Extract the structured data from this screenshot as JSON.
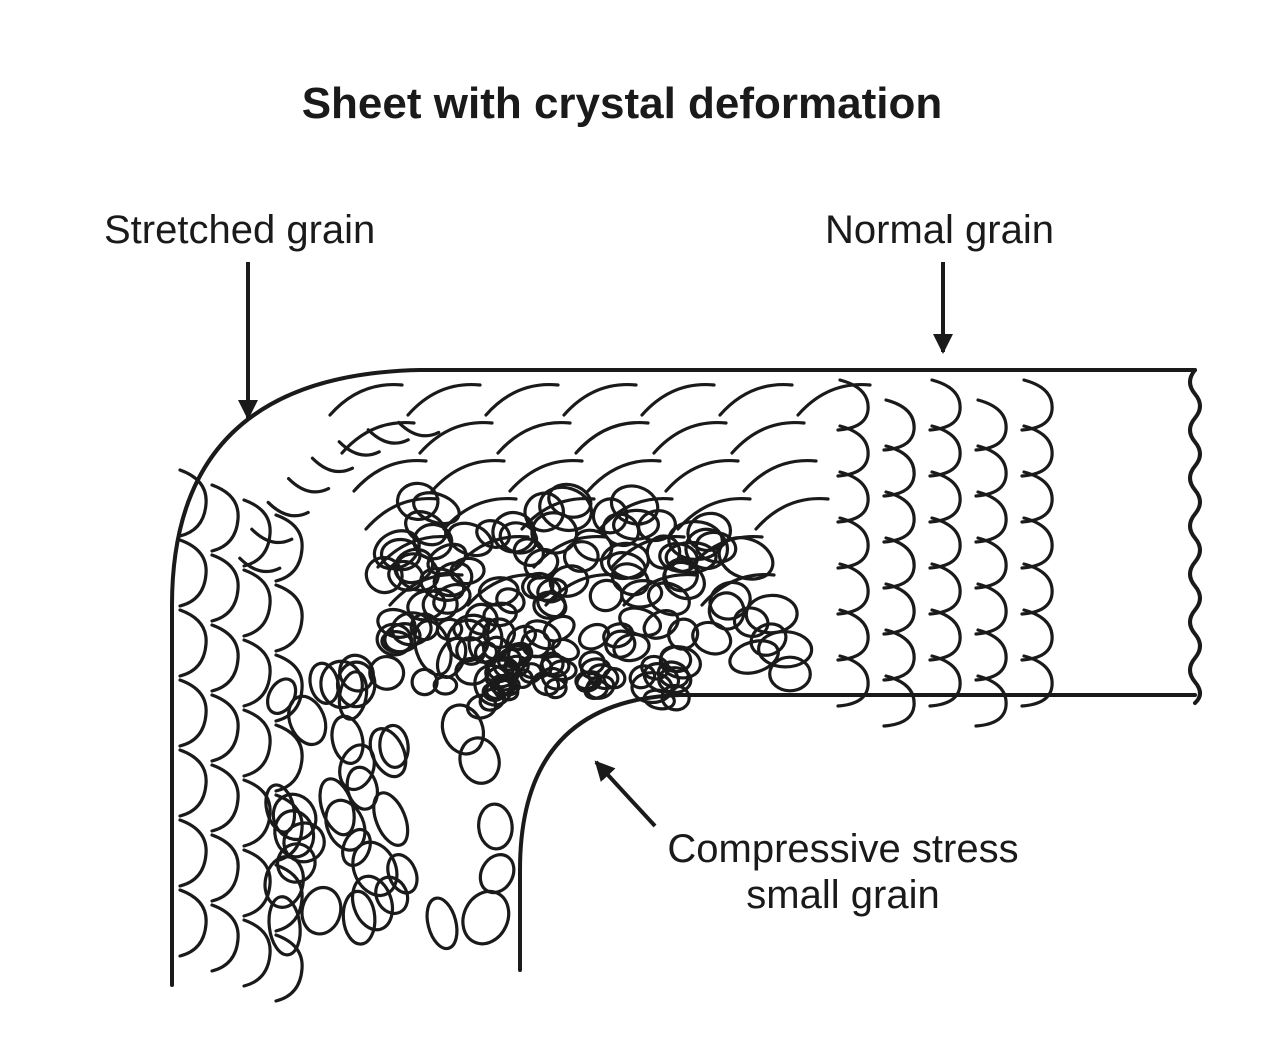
{
  "diagram": {
    "title": "Sheet with crystal deformation",
    "labels": {
      "stretched": "Stretched  grain",
      "normal": "Normal grain",
      "compressive_line1": "Compressive stress",
      "compressive_line2": "small grain"
    },
    "colors": {
      "ink": "#1a1a1a",
      "background": "#ffffff"
    }
  }
}
